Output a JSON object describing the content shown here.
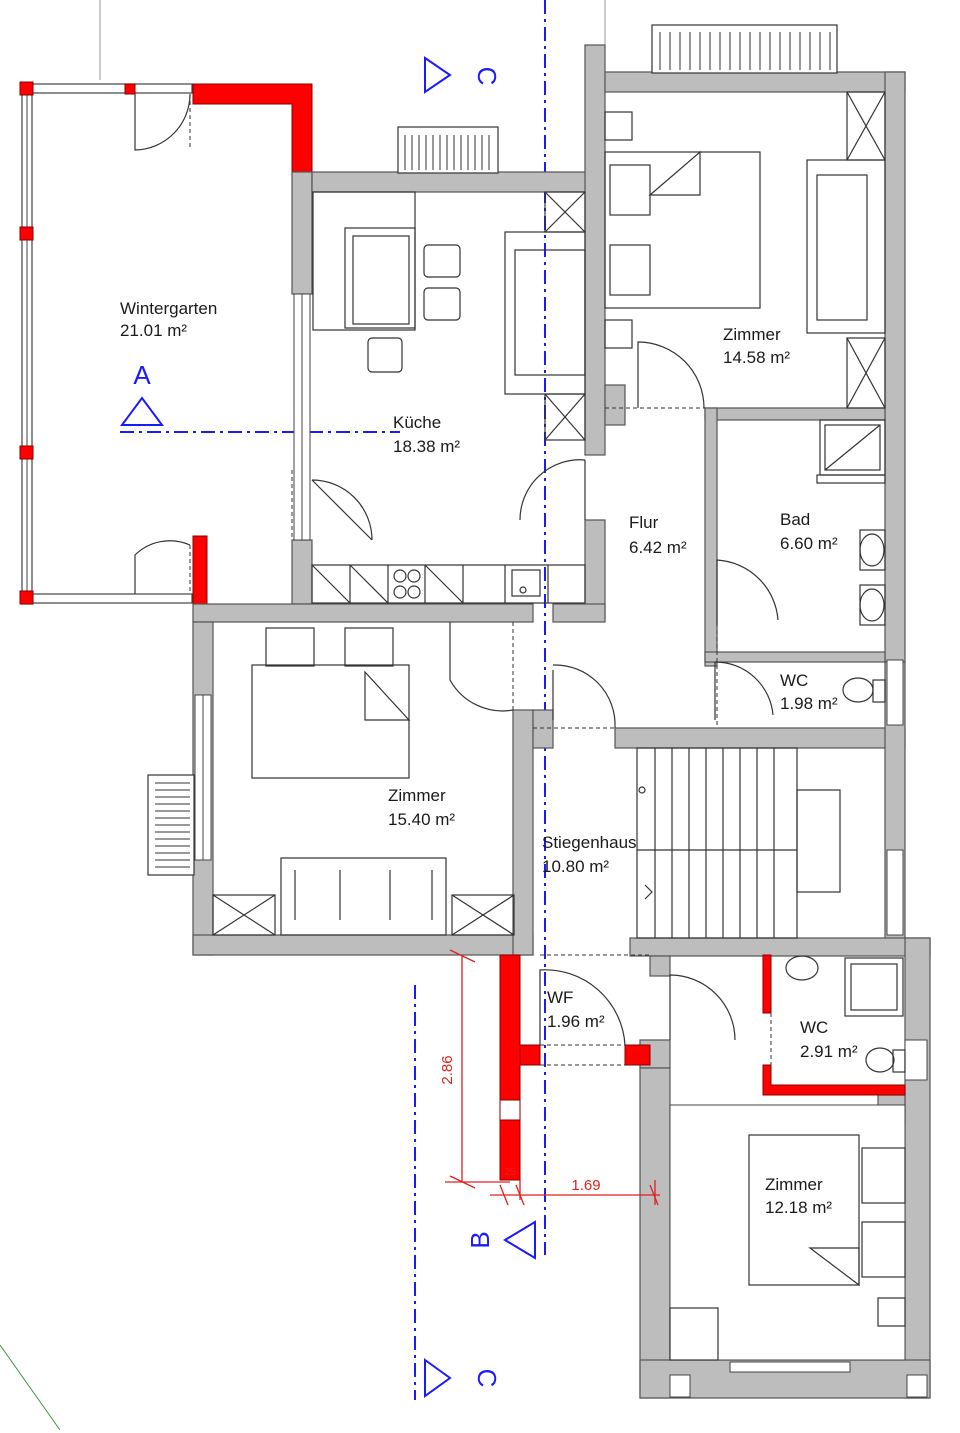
{
  "rooms": {
    "wintergarten": {
      "name": "Wintergarten",
      "area": "21.01 m²"
    },
    "kueche": {
      "name": "Küche",
      "area": "18.38 m²"
    },
    "zimmer_ne": {
      "name": "Zimmer",
      "area": "14.58 m²"
    },
    "flur": {
      "name": "Flur",
      "area": "6.42 m²"
    },
    "bad": {
      "name": "Bad",
      "area": "6.60 m²"
    },
    "wc_upper": {
      "name": "WC",
      "area": "1.98 m²"
    },
    "zimmer_w": {
      "name": "Zimmer",
      "area": "15.40 m²"
    },
    "stiegenhaus": {
      "name": "Stiegenhaus",
      "area": "10.80 m²"
    },
    "wf": {
      "name": "WF",
      "area": "1.96 m²"
    },
    "wc_lower": {
      "name": "WC",
      "area": "2.91 m²"
    },
    "zimmer_se": {
      "name": "Zimmer",
      "area": "12.18 m²"
    }
  },
  "sections": {
    "a": "A",
    "b": "B",
    "c_top": "C",
    "c_bottom": "C"
  },
  "dimensions": {
    "vertical": "2.86",
    "horizontal": "1.69",
    "small": "25"
  },
  "colors": {
    "wall": "#bdbdbd",
    "new_wall": "#ff0000",
    "section_axis": "#1a1aff",
    "dimension": "#e02020"
  }
}
